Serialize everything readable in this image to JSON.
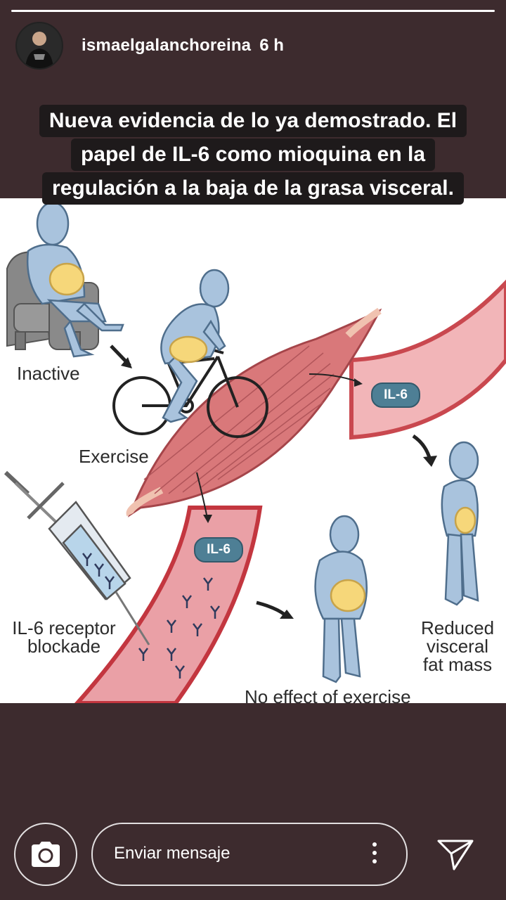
{
  "story": {
    "username": "ismaelgalanchoreina",
    "time": "6 h",
    "segments": 1
  },
  "caption": {
    "lines": [
      "Nueva evidencia de lo ya demostrado. El",
      "papel de IL-6 como mioquina en la",
      "regulación a la baja de la grasa visceral."
    ]
  },
  "figure": {
    "labels": {
      "inactive": "Inactive",
      "exercise": "Exercise",
      "il6_top": "IL-6",
      "il6_bottom": "IL-6",
      "blockade_line1": "IL-6 receptor",
      "blockade_line2": "blockade",
      "reduced_line1": "Reduced",
      "reduced_line2": "visceral",
      "reduced_line3": "fat mass",
      "no_effect": "No effect of exercise"
    }
  },
  "composer": {
    "placeholder": "Enviar mensaje"
  },
  "icons": {
    "camera": "camera-icon",
    "more": "more-vertical-icon",
    "send": "send-icon"
  },
  "colors": {
    "background": "#3d2b2e",
    "body_blue": "#a9c3dd",
    "fat_yellow": "#f6d77a",
    "muscle_red": "#d9787a",
    "vessel_pink": "#f2b5b8",
    "pill_blue": "#4e7f95"
  }
}
